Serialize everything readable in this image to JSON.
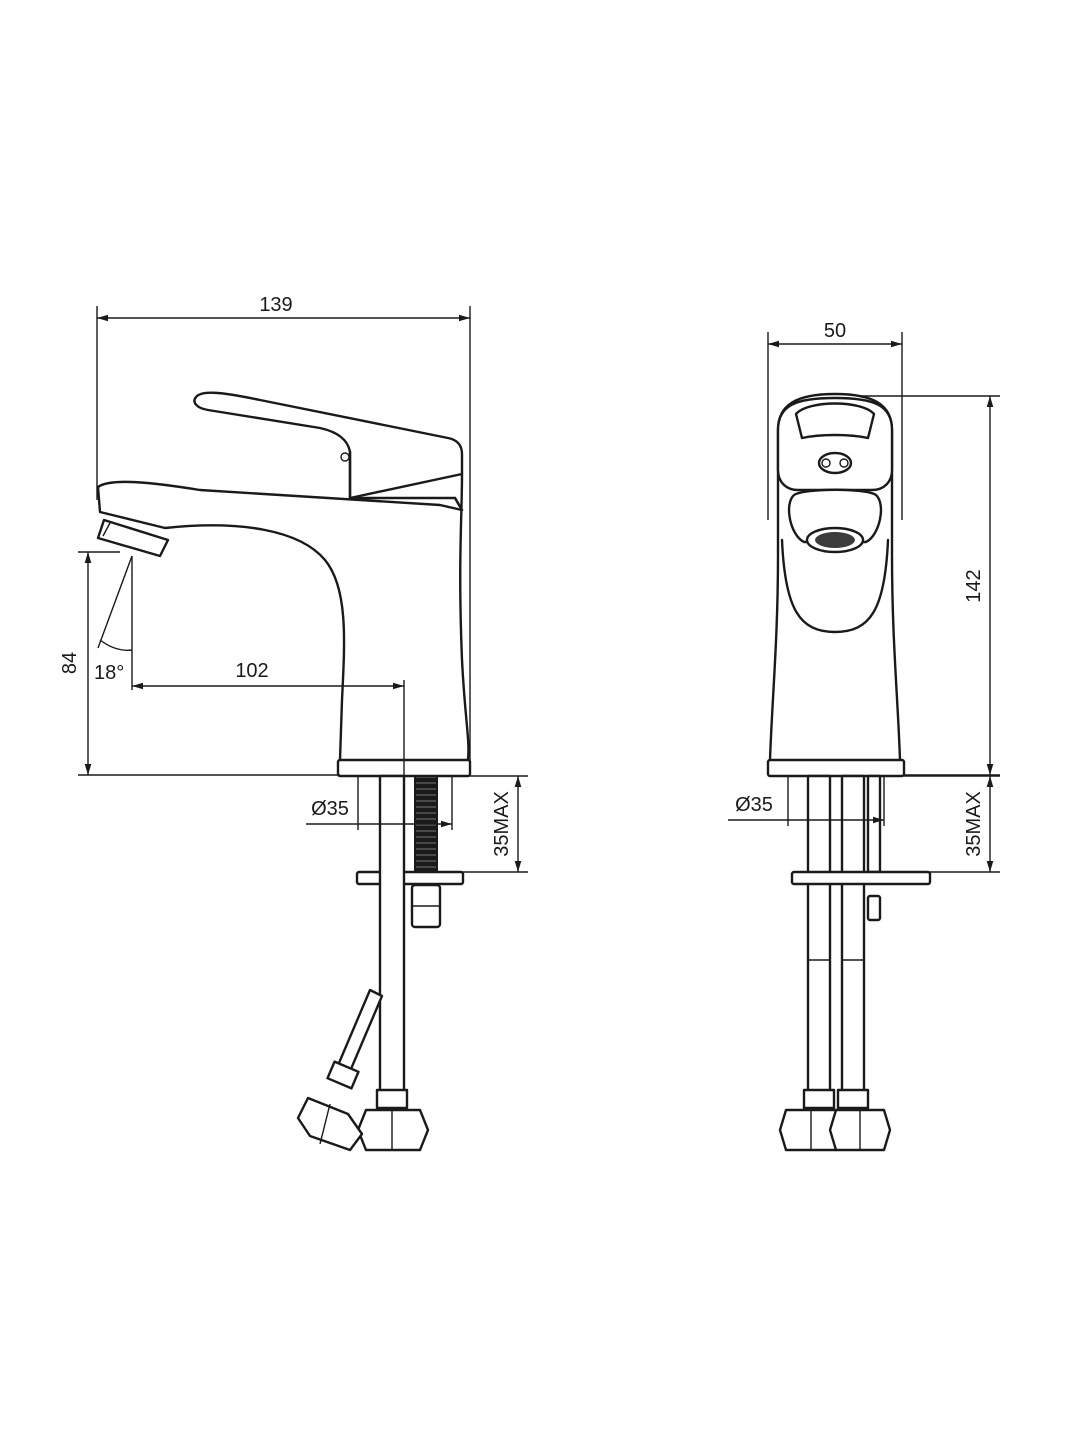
{
  "side_view": {
    "overall_width": "139",
    "spout_height": "84",
    "spout_angle": "18°",
    "spout_reach": "102",
    "hole_diameter": "Ø35",
    "max_counter_thickness": "35MAX"
  },
  "front_view": {
    "overall_width": "50",
    "overall_height": "142",
    "hole_diameter": "Ø35",
    "max_counter_thickness": "35MAX"
  }
}
